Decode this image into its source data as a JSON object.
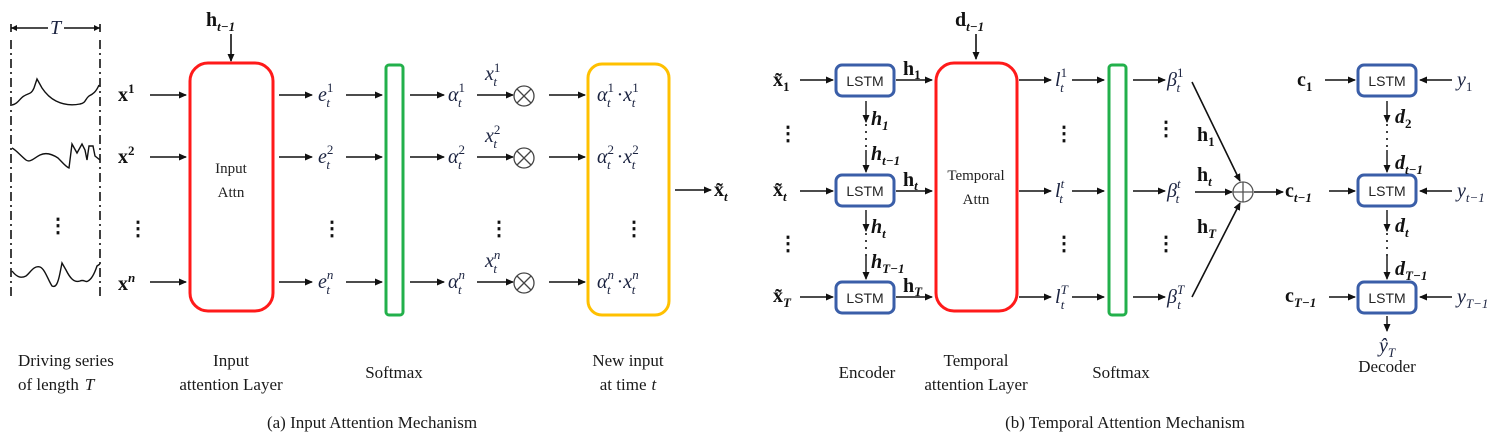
{
  "panel_a": {
    "caption": "(a) Input Attention Mechanism",
    "window_label": "T",
    "hidden_input": {
      "base": "h",
      "sub": "t−1"
    },
    "series_inputs": [
      {
        "base": "x",
        "sup": "1"
      },
      {
        "base": "x",
        "sup": "2"
      },
      {
        "base": "x",
        "sup": "n"
      }
    ],
    "attn_box": {
      "line1": "Input",
      "line2": "Attn"
    },
    "energies": [
      {
        "base": "e",
        "sub": "t",
        "sup": "1"
      },
      {
        "base": "e",
        "sub": "t",
        "sup": "2"
      },
      {
        "base": "e",
        "sub": "t",
        "sup": "n"
      }
    ],
    "weights": [
      {
        "base": "α",
        "sub": "t",
        "sup": "1"
      },
      {
        "base": "α",
        "sub": "t",
        "sup": "2"
      },
      {
        "base": "α",
        "sub": "t",
        "sup": "n"
      }
    ],
    "multipliers": [
      {
        "base": "x",
        "sub": "t",
        "sup": "1"
      },
      {
        "base": "x",
        "sub": "t",
        "sup": "2"
      },
      {
        "base": "x",
        "sub": "t",
        "sup": "n"
      }
    ],
    "products": [
      {
        "a": "α",
        "x": "x",
        "sub": "t",
        "sup": "1",
        "dot": "·"
      },
      {
        "a": "α",
        "x": "x",
        "sub": "t",
        "sup": "2",
        "dot": "·"
      },
      {
        "a": "α",
        "x": "x",
        "sub": "t",
        "sup": "n",
        "dot": "·"
      }
    ],
    "output": {
      "base": "x̃",
      "sub": "t"
    },
    "ellipsis": "⋮",
    "otimes": "⊗",
    "labels": {
      "driving_1": "Driving series",
      "driving_2": "of length",
      "driving_T": "T",
      "input_1": "Input",
      "input_2": "attention Layer",
      "softmax": "Softmax",
      "new_1": "New input",
      "new_2": "at time",
      "new_t": "t"
    }
  },
  "panel_b": {
    "caption": "(b) Temporal Attention Mechanism",
    "decoder_input": {
      "base": "d",
      "sub": "t−1"
    },
    "encoder_inputs": [
      {
        "base": "x̃",
        "sub": "1"
      },
      {
        "base": "x̃",
        "sub": "t"
      },
      {
        "base": "x̃",
        "sub": "T"
      }
    ],
    "lstm_label": "LSTM",
    "encoder_hidden_out": [
      {
        "base": "h",
        "sub": "1"
      },
      {
        "base": "h",
        "sub": "t"
      },
      {
        "base": "h",
        "sub": "T"
      }
    ],
    "encoder_chain": [
      {
        "base": "h",
        "sub": "1"
      },
      {
        "base": "h",
        "sub": "t−1"
      },
      {
        "base": "h",
        "sub": "t"
      },
      {
        "base": "h",
        "sub": "T−1"
      }
    ],
    "attn_box": {
      "line1": "Temporal",
      "line2": "Attn"
    },
    "energies": [
      {
        "base": "l",
        "sub": "t",
        "sup": "1"
      },
      {
        "base": "l",
        "sub": "t",
        "sup": "t"
      },
      {
        "base": "l",
        "sub": "t",
        "sup": "T"
      }
    ],
    "weights": [
      {
        "base": "β",
        "sub": "t",
        "sup": "1"
      },
      {
        "base": "β",
        "sub": "t",
        "sup": "t"
      },
      {
        "base": "β",
        "sub": "t",
        "sup": "T"
      }
    ],
    "sum_inputs": [
      {
        "base": "h",
        "sub": "1"
      },
      {
        "base": "h",
        "sub": "t"
      },
      {
        "base": "h",
        "sub": "T"
      }
    ],
    "oplus": "⊕",
    "sum_output": {
      "base": "c",
      "sub": "t−1"
    },
    "decoder_contexts": [
      {
        "base": "c",
        "sub": "1"
      },
      {
        "base": "c",
        "sub": "t−1"
      },
      {
        "base": "c",
        "sub": "T−1"
      }
    ],
    "decoder_targets": [
      {
        "base": "y",
        "sub": "1"
      },
      {
        "base": "y",
        "sub": "t−1"
      },
      {
        "base": "y",
        "sub": "T−1"
      }
    ],
    "decoder_chain": [
      {
        "base": "d",
        "sub": "2"
      },
      {
        "base": "d",
        "sub": "t−1"
      },
      {
        "base": "d",
        "sub": "t"
      },
      {
        "base": "d",
        "sub": "T−1"
      }
    ],
    "prediction": {
      "base": "ŷ",
      "sub": "T"
    },
    "ellipsis": "⋮",
    "labels": {
      "encoder": "Encoder",
      "temporal_1": "Temporal",
      "temporal_2": "attention Layer",
      "softmax": "Softmax",
      "decoder": "Decoder"
    }
  },
  "colors": {
    "input_attn": "#ff1a1a",
    "softmax": "#22b04b",
    "new_input": "#ffc000",
    "lstm": "#3a5ea8",
    "ink": "#111111"
  }
}
